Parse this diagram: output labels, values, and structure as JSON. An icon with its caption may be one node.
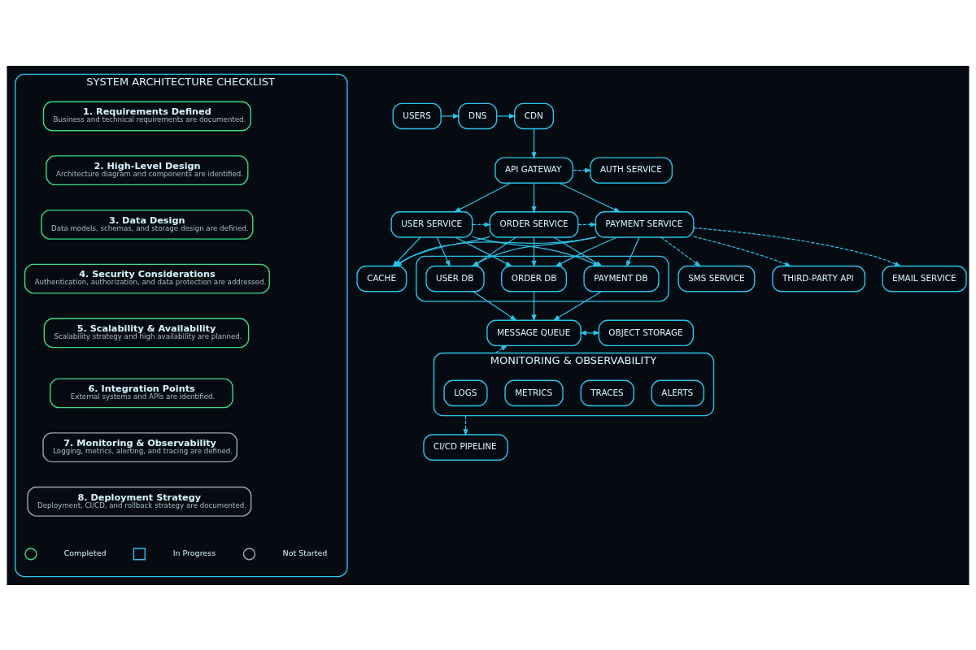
{
  "diagram": {
    "nodes": [
      {
        "text": [
          "SYSTEM ARCHITECTURE CHECKLIST"
        ]
      },
      {
        "text": [
          "1. Requirements Defined",
          "Business and technical requirements are documented."
        ],
        "in": 0
      },
      {
        "text": [
          "2. High-Level Design",
          "Architecture diagram and components are identified."
        ],
        "in": 0
      },
      {
        "text": [
          "3. Data Design",
          "Data models, schemas, and storage design are defined."
        ],
        "in": 0
      },
      {
        "text": [
          "4. Security Considerations",
          "Authentication, authorization, and data protection are addressed."
        ],
        "in": 0
      },
      {
        "text": [
          "5. Scalability & Availability",
          "Scalability strategy and high availability are planned."
        ],
        "in": 0
      },
      {
        "text": [
          "6. Integration Points",
          "External systems and APIs are identified."
        ],
        "in": 0
      },
      {
        "text": [
          "7. Monitoring & Observability",
          "Logging, metrics, alerting, and tracing are defined."
        ],
        "in": 0
      },
      {
        "text": [
          "8. Deployment Strategy",
          "Deployment, CI/CD, and rollback strategy are documented."
        ],
        "in": 0
      },
      {
        "text": [
          "USERS"
        ]
      },
      {
        "text": [
          "DNS"
        ]
      },
      {
        "text": [
          "CDN"
        ]
      },
      {
        "text": [
          "API GATEWAY"
        ]
      },
      {
        "text": [
          "AUTH SERVICE"
        ]
      },
      {
        "text": [
          "USER SERVICE"
        ]
      },
      {
        "text": [
          "ORDER SERVICE"
        ]
      },
      {
        "text": [
          "PAYMENT SERVICE"
        ]
      },
      {
        "text": [
          "EMAIL SERVICE"
        ]
      },
      {
        "text": [
          "SMS SERVICE"
        ]
      },
      {
        "text": [
          "THIRD-PARTY API"
        ]
      },
      {
        "text": [],
        "shape": "box"
      },
      {
        "text": [
          "USER DB"
        ],
        "in": 20
      },
      {
        "text": [
          "ORDER DB"
        ],
        "in": 20
      },
      {
        "text": [
          "PAYMENT DB"
        ],
        "in": 20
      },
      {
        "text": [
          "CACHE"
        ]
      },
      {
        "text": [
          "MESSAGE QUEUE"
        ]
      },
      {
        "text": [
          "OBJECT STORAGE"
        ]
      },
      {
        "text": [
          "MONITORING & OBSERVABILITY"
        ]
      },
      {
        "text": [
          "LOGS"
        ],
        "in": 27
      },
      {
        "text": [
          "METRICS"
        ],
        "in": 27
      },
      {
        "text": [
          "TRACES"
        ],
        "in": 27
      },
      {
        "text": [
          "ALERTS"
        ],
        "in": 27
      },
      {
        "text": [
          "CI/CD PIPELINE"
        ]
      }
    ],
    "edges": [
      {
        "from": 9,
        "to": 10,
        "arrow": "to"
      },
      {
        "from": 10,
        "to": 11,
        "arrow": "to"
      },
      {
        "from": 11,
        "to": 12,
        "arrow": "to"
      },
      {
        "from": 12,
        "to": 13,
        "arrow": "to",
        "style": "dashed"
      },
      {
        "from": 12,
        "to": 14,
        "arrow": "to"
      },
      {
        "from": 12,
        "to": 15,
        "arrow": "to"
      },
      {
        "from": 12,
        "to": 16,
        "arrow": "to"
      },
      {
        "from": 14,
        "to": 15,
        "arrow": "to",
        "style": "dashed"
      },
      {
        "from": 15,
        "to": 16,
        "arrow": "to",
        "style": "dashed"
      },
      {
        "from": 16,
        "to": 17,
        "arrow": "to",
        "style": "dashed"
      },
      {
        "from": 16,
        "to": 18,
        "arrow": "to",
        "style": "dashed"
      },
      {
        "from": 16,
        "to": 19,
        "arrow": "to",
        "style": "dashed"
      },
      {
        "from": 14,
        "to": 21,
        "arrow": "to"
      },
      {
        "from": 14,
        "to": 22,
        "arrow": "to"
      },
      {
        "from": 14,
        "to": 23,
        "arrow": "to"
      },
      {
        "from": 14,
        "to": 24,
        "arrow": "to"
      },
      {
        "from": 15,
        "to": 21,
        "arrow": "to"
      },
      {
        "from": 15,
        "to": 22,
        "arrow": "to"
      },
      {
        "from": 15,
        "to": 23,
        "arrow": "to"
      },
      {
        "from": 15,
        "to": 24,
        "arrow": "to"
      },
      {
        "from": 16,
        "to": 21,
        "arrow": "to"
      },
      {
        "from": 16,
        "to": 22,
        "arrow": "to"
      },
      {
        "from": 16,
        "to": 23,
        "arrow": "to"
      },
      {
        "from": 16,
        "to": 24,
        "arrow": "to"
      },
      {
        "from": 21,
        "to": 25,
        "arrow": "to"
      },
      {
        "from": 22,
        "to": 25,
        "arrow": "to"
      },
      {
        "from": 23,
        "to": 25,
        "arrow": "to"
      },
      {
        "from": 25,
        "to": 26,
        "arrow": "both"
      },
      {
        "from": 27,
        "to": 25,
        "arrow": "to",
        "style": "dashed"
      },
      {
        "from": 27,
        "to": 32,
        "arrow": "to",
        "style": "dashed"
      }
    ],
    "legend": [
      {
        "text": "Completed"
      },
      {
        "text": "In Progress"
      },
      {
        "text": "Not Started"
      }
    ]
  }
}
